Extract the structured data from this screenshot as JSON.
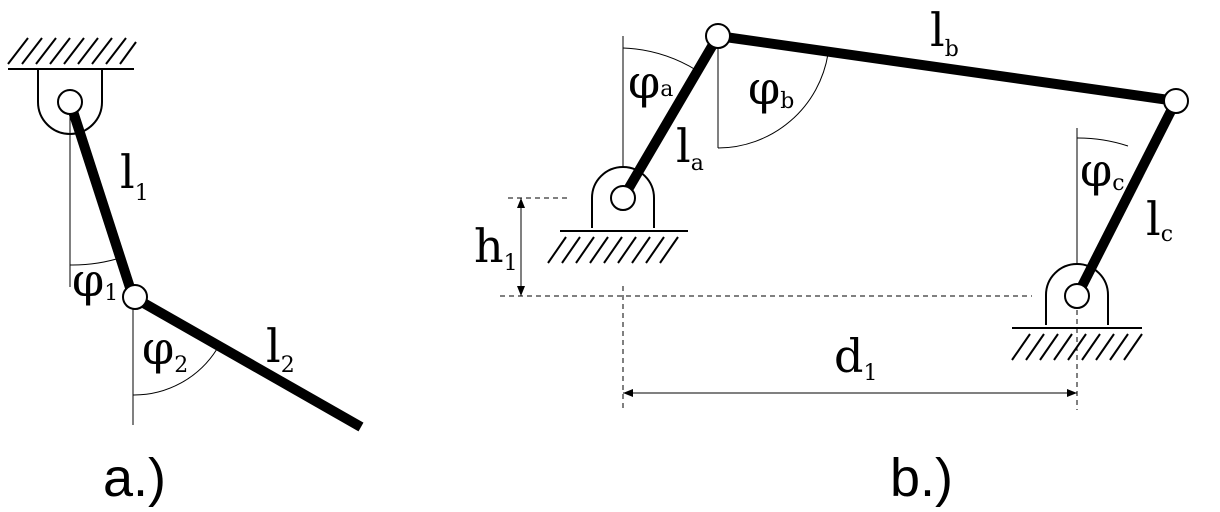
{
  "figure_a": {
    "link_1": {
      "base": "l",
      "sub": "1"
    },
    "link_2": {
      "base": "l",
      "sub": "2"
    },
    "angle_1": {
      "base": "φ",
      "sub": "1"
    },
    "angle_2": {
      "base": "φ",
      "sub": "2"
    },
    "caption": "a.)"
  },
  "figure_b": {
    "link_a": {
      "base": "l",
      "sub": "a"
    },
    "link_b": {
      "base": "l",
      "sub": "b"
    },
    "link_c": {
      "base": "l",
      "sub": "c"
    },
    "angle_a": {
      "base": "φ",
      "sub": "a"
    },
    "angle_b": {
      "base": "φ",
      "sub": "b"
    },
    "angle_c": {
      "base": "φ",
      "sub": "c"
    },
    "height": {
      "base": "h",
      "sub": "1"
    },
    "distance": {
      "base": "d",
      "sub": "1"
    },
    "caption": "b.)"
  }
}
